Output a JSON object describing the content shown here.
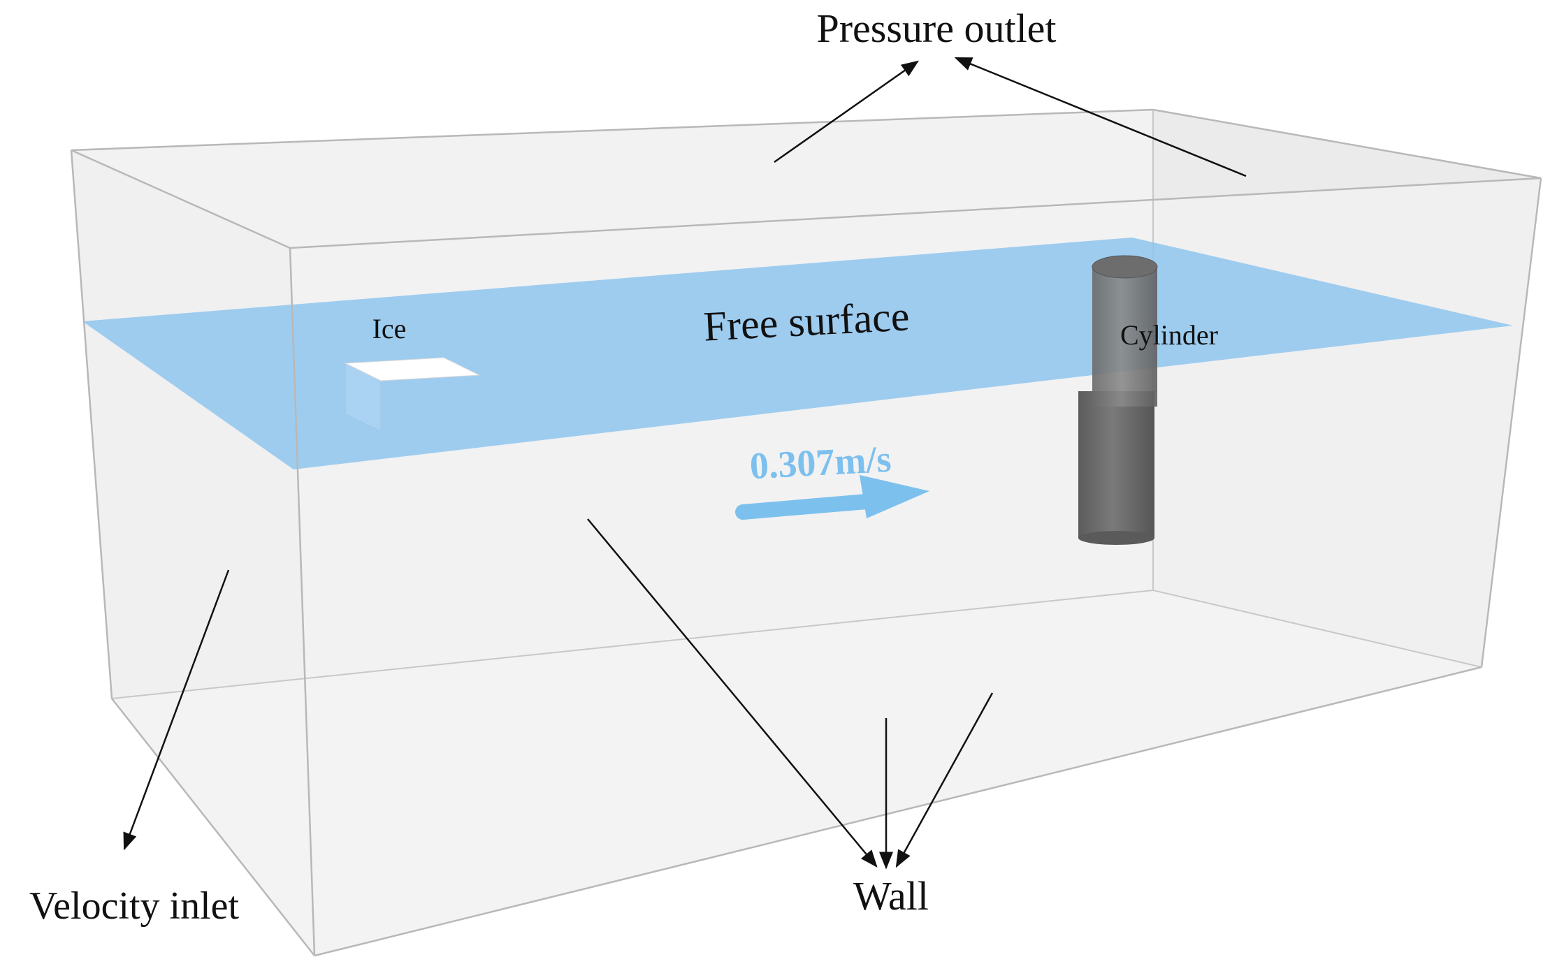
{
  "labels": {
    "pressure_outlet": "Pressure outlet",
    "free_surface": "Free surface",
    "ice": "Ice",
    "cylinder": "Cylinder",
    "velocity": "0.307m/s",
    "velocity_inlet": "Velocity inlet",
    "wall": "Wall"
  },
  "colors": {
    "free_surface": "#8fc6ef",
    "velocity_arrow": "#7cc0ee",
    "cylinder": "#6e6e6e",
    "box_edge": "#bdbdbd",
    "box_fill": "#ededed",
    "leader_lines": "#111111"
  },
  "icons": {
    "velocity_arrow": "flow-direction-arrow"
  }
}
